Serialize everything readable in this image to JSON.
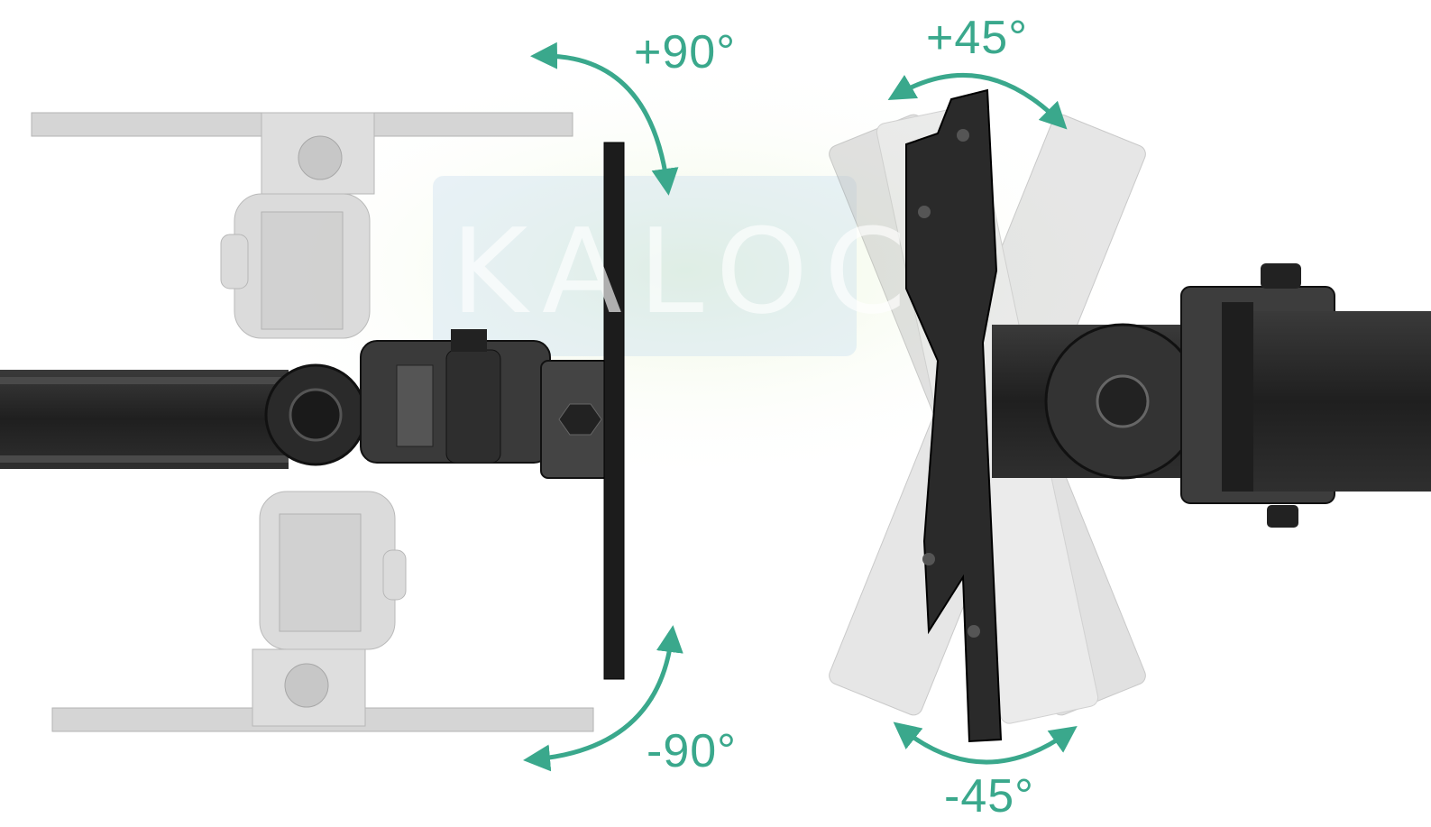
{
  "labels": {
    "plus90": "+90°",
    "minus90": "-90°",
    "plus45": "+45°",
    "minus45": "-45°"
  },
  "watermark": "KALOC",
  "colors": {
    "arrow": "#3aa88c",
    "metal_dark": "#2b2b2b",
    "metal_ghost": "#c9c9c9"
  }
}
